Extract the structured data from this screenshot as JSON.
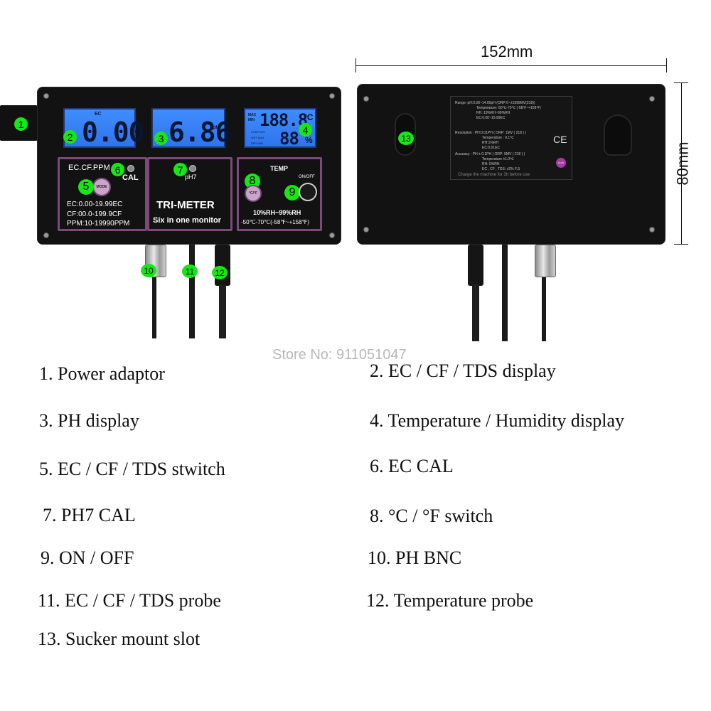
{
  "dimensions": {
    "width_label": "152mm",
    "height_label": "80mm"
  },
  "watermark": "Store No: 911051047",
  "front": {
    "ec_display": {
      "header": "EC",
      "value": "0.00"
    },
    "ph_display": {
      "value": "6.86",
      "unit": "pH"
    },
    "temp_display": {
      "max_label": "MAX",
      "min_label": "MIN",
      "temp_value": "188.8",
      "temp_unit": "°C",
      "humidity_value": "88",
      "humidity_unit": "%",
      "comfort": "COMFORT",
      "wet": "WET MAX",
      "dry": "DRY MIN"
    },
    "ec_panel": {
      "title": "EC.CF.PPM",
      "cal_label": "CAL",
      "mode_button": "MODE",
      "ranges": [
        "EC:0.00-19.99EC",
        "CF:00.0-199.9CF",
        "PPM:10-19990PPM"
      ]
    },
    "ph_panel": {
      "ph7_label": "pH7",
      "brand": "TRI-METER",
      "tagline": "Six in one monitor"
    },
    "temp_panel": {
      "title": "TEMP",
      "onoff_label": "ON/OFF",
      "unit_button": "°C/°F",
      "rh_range": "10%RH~99%RH",
      "temp_range": "-50℃-70℃(-58℉~+158℉)"
    }
  },
  "back": {
    "spec_lines": [
      "Range: pH:0.00~14.00pH (ORP:0~±1999MV(218))",
      "Temperature:-50℃-70℃ (-58℉~+158℉)",
      "RH: 10%RH~99%RH",
      "EC:0.00~19.99EC",
      "Resolution : PH:0.01PH ( ORP: 1MV ( 218 ) )",
      "Temperature : 0.1℃",
      "RH:1%RH",
      "EC:0.01EC",
      "Accuracy : PH ± 0.1PH ( ORP: 5MV ( 218 ) )",
      "Temperature ±1.0℃",
      "RH: 5%RH",
      "EC , CF , TDS: ±2% F.S",
      "Charge the machine for 3h before use"
    ],
    "ce_mark": "CE",
    "rohs_mark": "RoHS"
  },
  "badges": [
    "1",
    "2",
    "3",
    "4",
    "5",
    "6",
    "7",
    "8",
    "9",
    "10",
    "11",
    "12",
    "13"
  ],
  "legend": [
    "1. Power adaptor",
    "2. EC / CF / TDS display",
    "3. PH display",
    "4. Temperature / Humidity display",
    "5. EC / CF / TDS stwitch",
    "6. EC CAL",
    "7. PH7 CAL",
    "8. °C / °F switch",
    "9. ON / OFF",
    "10. PH BNC",
    "11. EC / CF / TDS probe",
    "12. Temperature probe",
    "13. Sucker mount slot"
  ],
  "colors": {
    "badge": "#17e617",
    "lcd": "#3a86ff",
    "panel_border": "#7a4a7a",
    "device": "#121212"
  }
}
